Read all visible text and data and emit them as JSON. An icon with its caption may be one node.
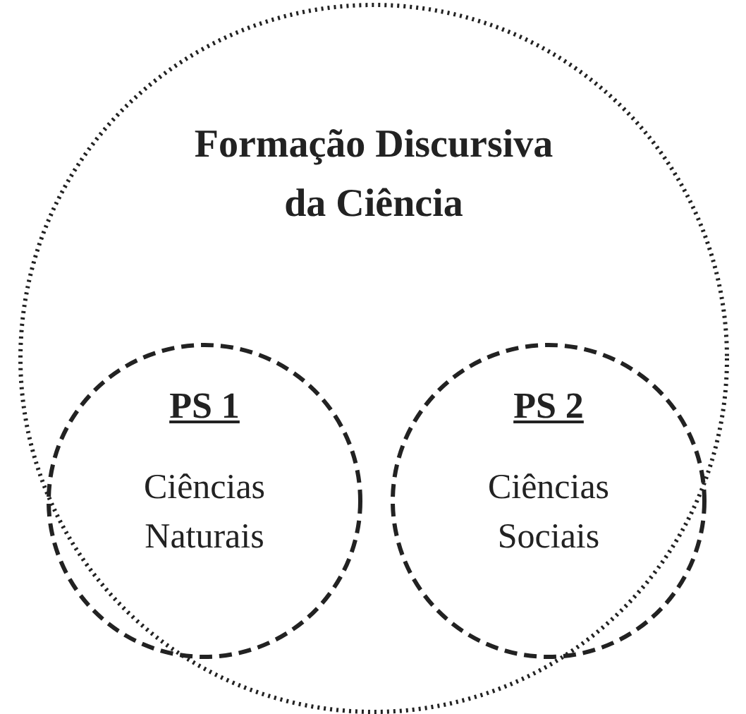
{
  "diagram": {
    "nodes": [
      {
        "text": [
          "Formação Discursiva da Ciência"
        ]
      },
      {
        "text": [
          "PS 1",
          "Ciências Naturais"
        ],
        "in": 0
      },
      {
        "text": [
          "PS 2",
          "Ciências Sociais"
        ],
        "in": 0
      }
    ]
  }
}
